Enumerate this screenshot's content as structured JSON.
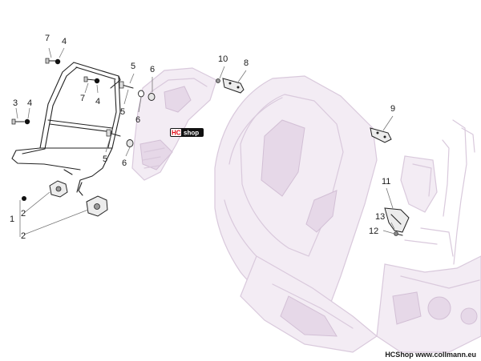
{
  "callouts": {
    "c1": "1",
    "c2a": "2",
    "c2b": "2",
    "c3": "3",
    "c4a": "4",
    "c4b": "4",
    "c4c": "4",
    "c5a": "5",
    "c5b": "5",
    "c5c": "5",
    "c6a": "6",
    "c6b": "6",
    "c6c": "6",
    "c7a": "7",
    "c7b": "7",
    "c8": "8",
    "c9": "9",
    "c10": "10",
    "c11": "11",
    "c12": "12",
    "c13": "13"
  },
  "badge": {
    "hc": "HC",
    "shop": "shop"
  },
  "footer": "HCShop www.collmann.eu",
  "colors": {
    "ghost": "#d9c9dc",
    "badge_red": "#e30613",
    "ink": "#222222"
  }
}
